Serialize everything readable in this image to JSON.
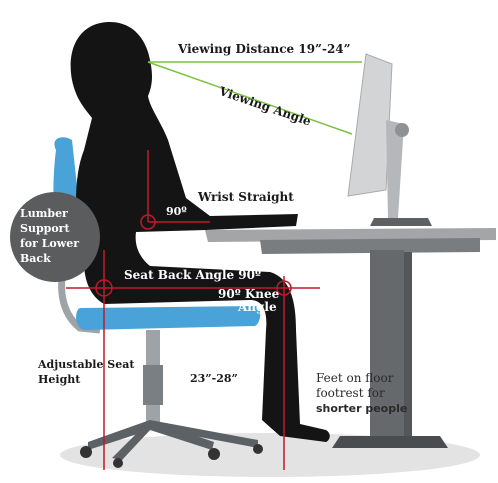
{
  "labels": {
    "viewing_distance": "Viewing Distance 19”-24”",
    "viewing_angle": "Viewing Angle",
    "wrist_straight": "Wrist Straight",
    "elbow_angle": "90º",
    "seat_back_angle": "Seat Back Angle 90º",
    "knee_angle_value": "90º Knee",
    "knee_angle_word": "Angle",
    "lumbar_line1": "Lumber",
    "lumbar_line2": "Support",
    "lumbar_line3": "for Lower",
    "lumbar_line4": "Back",
    "seat_height_line1": "Adjustable Seat",
    "seat_height_line2": "Height",
    "desk_height": "23”-28”",
    "feet_line1": "Feet on floor",
    "feet_line2": "footrest for",
    "feet_line3": "shorter people"
  },
  "colors": {
    "silhouette": "#141414",
    "chair_blue": "#4aa3d8",
    "chair_metal": "#8a9096",
    "desk_gray": "#6f7275",
    "desk_top": "#9a9c9e",
    "monitor": "#c8cacc",
    "guide_red": "#c0192c",
    "sight_green": "#7cc242",
    "lumbar_circle": "#5a5c5e",
    "floor_shadow": "#d9d9d9"
  }
}
